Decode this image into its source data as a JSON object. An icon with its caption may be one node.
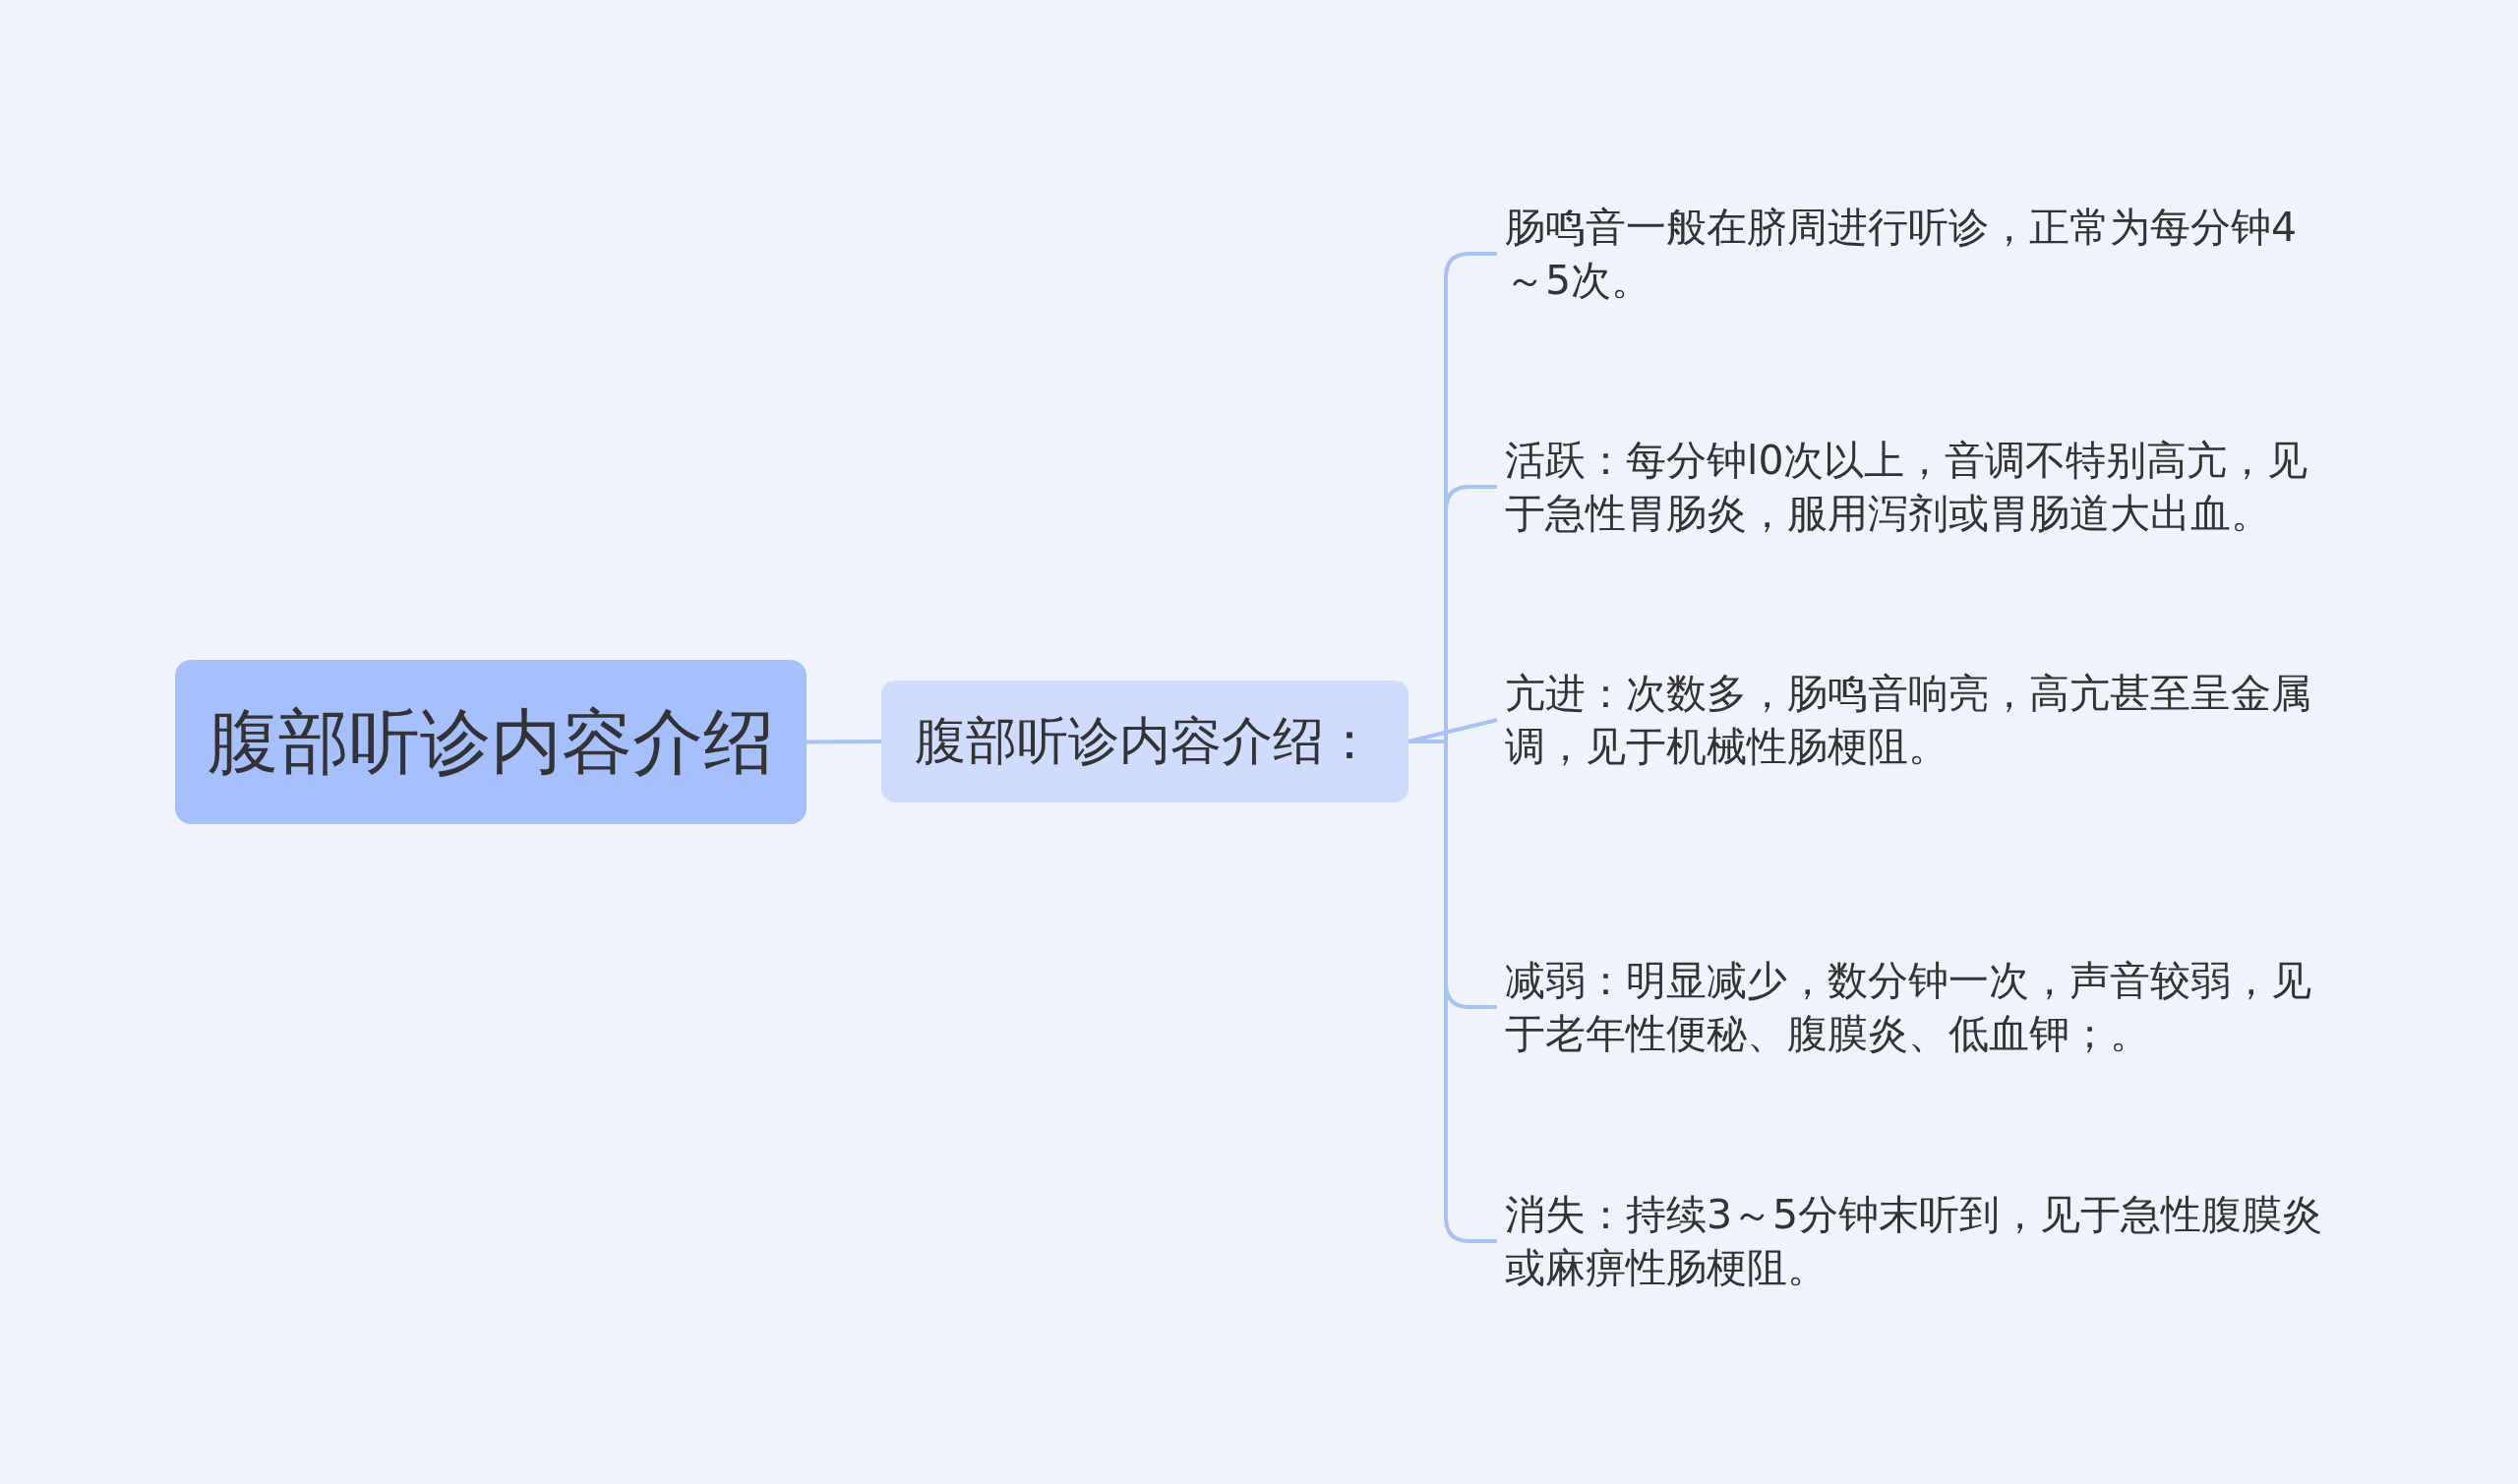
{
  "diagram": {
    "nodes": [
      {
        "text": [
          "腹部听诊内容介绍"
        ]
      },
      {
        "text": [
          "腹部听诊内容介绍："
        ]
      },
      {
        "text": [
          "肠鸣音一般在脐周进行听诊，正常为每分钟4 ～5次。"
        ]
      },
      {
        "text": [
          "活跃：每分钟l0次以上，音调不特别高亢，见于急性胃肠炎，服用泻剂或胃肠道大出血。"
        ]
      },
      {
        "text": [
          "亢进：次数多，肠鸣音响亮，高亢甚至呈金属调，见于机械性肠梗阻。"
        ]
      },
      {
        "text": [
          "减弱：明显减少，数分钟一次，声音较弱，见于老年性便秘、腹膜炎、低血钾；。"
        ]
      },
      {
        "text": [
          "消失：持续3～5分钟末听到，见于急性腹膜炎或麻痹性肠梗阻。"
        ]
      }
    ],
    "edges": [
      {
        "from": 0,
        "to": 1,
        "arrow": "none"
      },
      {
        "from": 1,
        "to": 2,
        "arrow": "none"
      },
      {
        "from": 1,
        "to": 3,
        "arrow": "none"
      },
      {
        "from": 1,
        "to": 4,
        "arrow": "none"
      },
      {
        "from": 1,
        "to": 5,
        "arrow": "none"
      },
      {
        "from": 1,
        "to": 6,
        "arrow": "none"
      }
    ]
  }
}
